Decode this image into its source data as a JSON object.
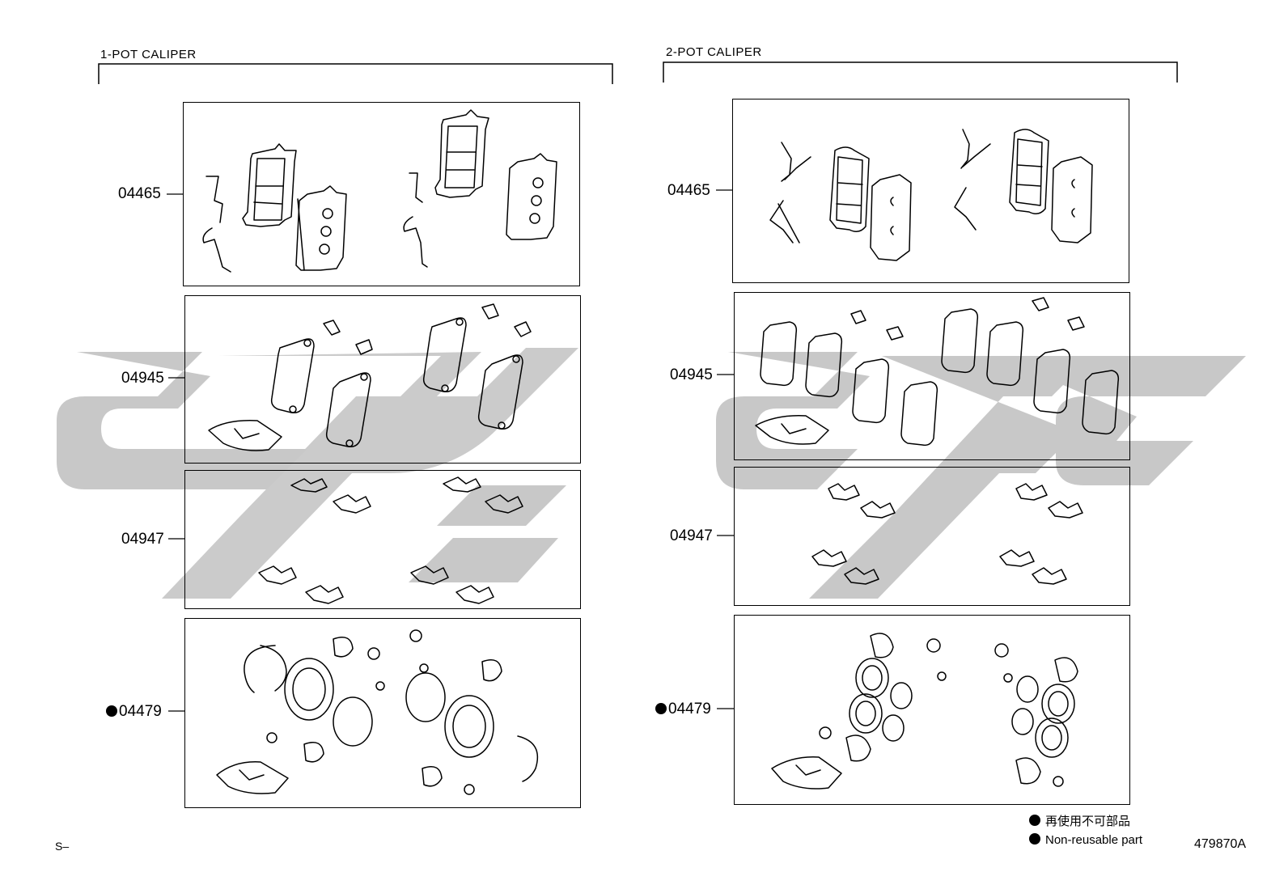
{
  "sections": {
    "one_pot": {
      "title": "1-POT CALIPER"
    },
    "two_pot": {
      "title": "2-POT CALIPER"
    }
  },
  "parts": {
    "pad_kit": "04465",
    "anti_squeal_shim_kit": "04945",
    "fitting_kit": "04947",
    "cylinder_kit": "04479"
  },
  "legend": {
    "jp": "再使用不可部品",
    "en": "Non-reusable part"
  },
  "figure_id": "479870A",
  "corner_mark": "S–",
  "colors": {
    "line": "#000000",
    "watermark": "#c8c8c8"
  },
  "non_reusable_marker": "filled-circle"
}
